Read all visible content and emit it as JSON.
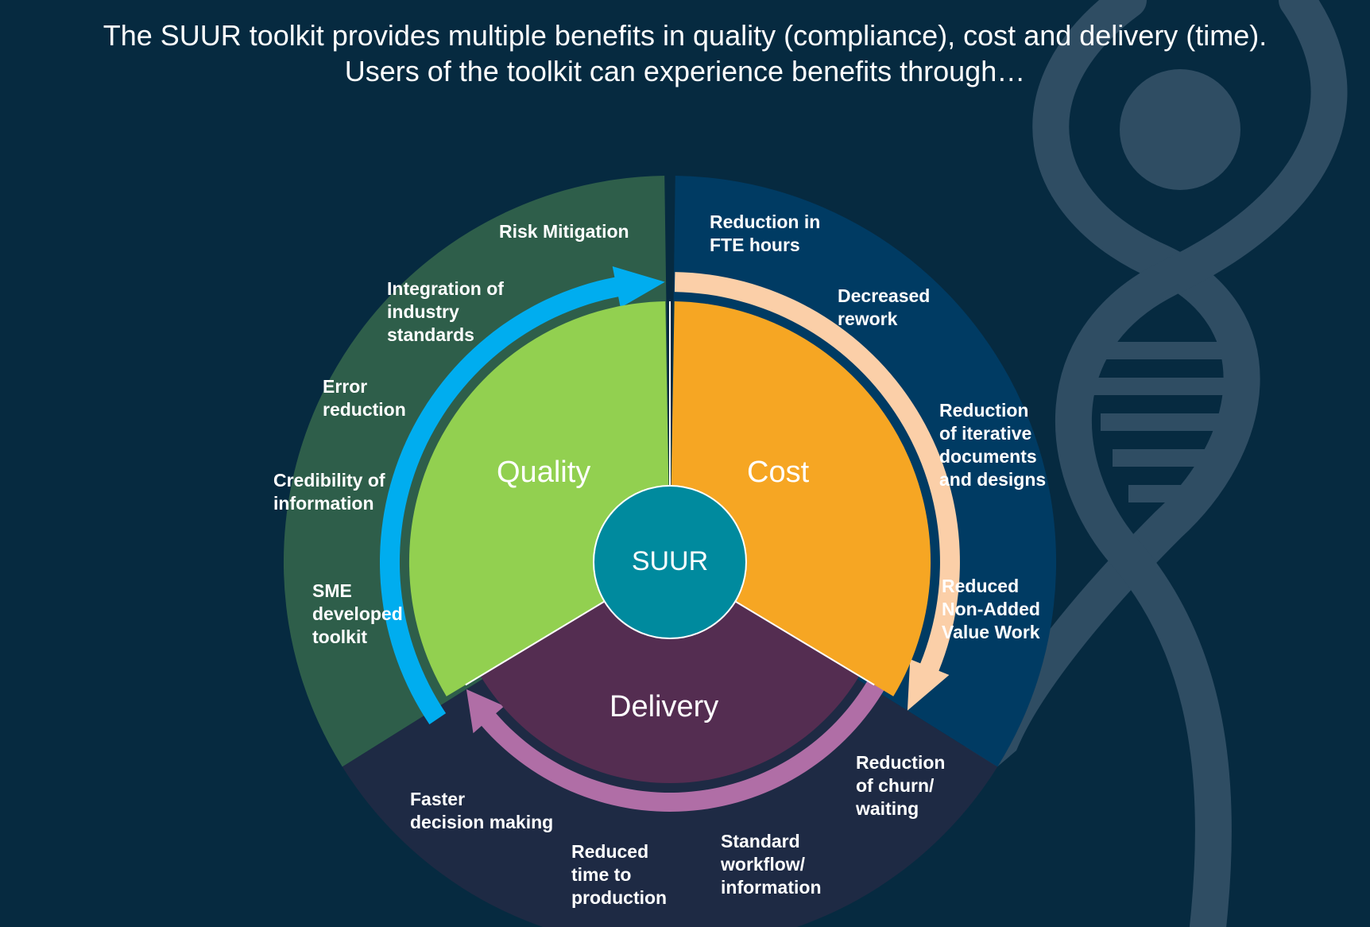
{
  "headline": {
    "line1": "The SUUR toolkit provides multiple benefits in quality (compliance), cost and delivery (time).",
    "line2": "Users of the toolkit can experience benefits through…"
  },
  "hub": {
    "label": "SUUR",
    "color": "#008a9e"
  },
  "segments": {
    "quality": {
      "title": "Quality",
      "inner_color": "#92d050",
      "outer_color": "#2e5e4a",
      "arrow_color": "#00adef",
      "benefits": [
        "Risk Mitigation",
        "Integration of\nindustry\nstandards",
        "Error\nreduction",
        "Credibility of\ninformation",
        "SME\ndeveloped\ntoolkit"
      ]
    },
    "cost": {
      "title": "Cost",
      "inner_color": "#f6a623",
      "outer_color": "#003b63",
      "arrow_color": "#fbcfa8",
      "benefits": [
        "Reduction in\nFTE hours",
        "Decreased\nrework",
        "Reduction\nof iterative\ndocuments\nand designs",
        "Reduced\nNon-Added\nValue Work"
      ]
    },
    "delivery": {
      "title": "Delivery",
      "inner_color": "#542d51",
      "outer_color": "#1e2a44",
      "arrow_color": "#b06ea6",
      "benefits": [
        "Reduction\nof churn/\nwaiting",
        "Standard\nworkflow/\ninformation",
        "Reduced\ntime to\nproduction",
        "Faster\ndecision making"
      ]
    }
  },
  "decoration": {
    "dna_color": "#2f4d63",
    "background_color": "#062a40"
  }
}
